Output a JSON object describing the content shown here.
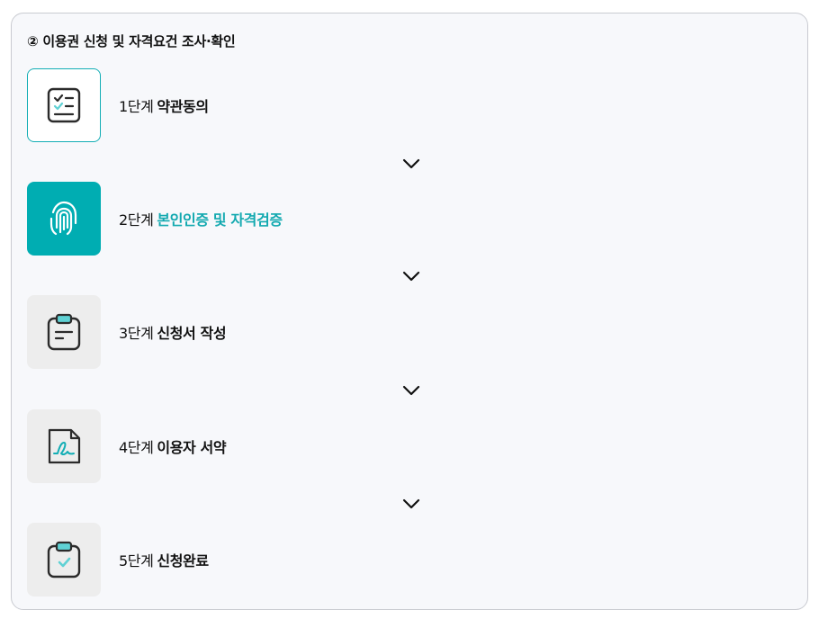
{
  "section": {
    "title": "② 이용권 신청 및 자격요건 조사·확인"
  },
  "steps": [
    {
      "prefix": "1단계",
      "name": "약관동의",
      "state": "done",
      "icon": "checklist-icon"
    },
    {
      "prefix": "2단계",
      "name": "본인인증 및 자격검증",
      "state": "active",
      "icon": "fingerprint-icon"
    },
    {
      "prefix": "3단계",
      "name": "신청서 작성",
      "state": "todo",
      "icon": "clipboard-form-icon"
    },
    {
      "prefix": "4단계",
      "name": "이용자 서약",
      "state": "todo",
      "icon": "signed-document-icon"
    },
    {
      "prefix": "5단계",
      "name": "신청완료",
      "state": "todo",
      "icon": "clipboard-check-icon"
    }
  ],
  "colors": {
    "accent": "#00adb2",
    "border": "#c9cbd1",
    "panel_bg": "#f7f8fb",
    "todo_bg": "#ededed"
  }
}
